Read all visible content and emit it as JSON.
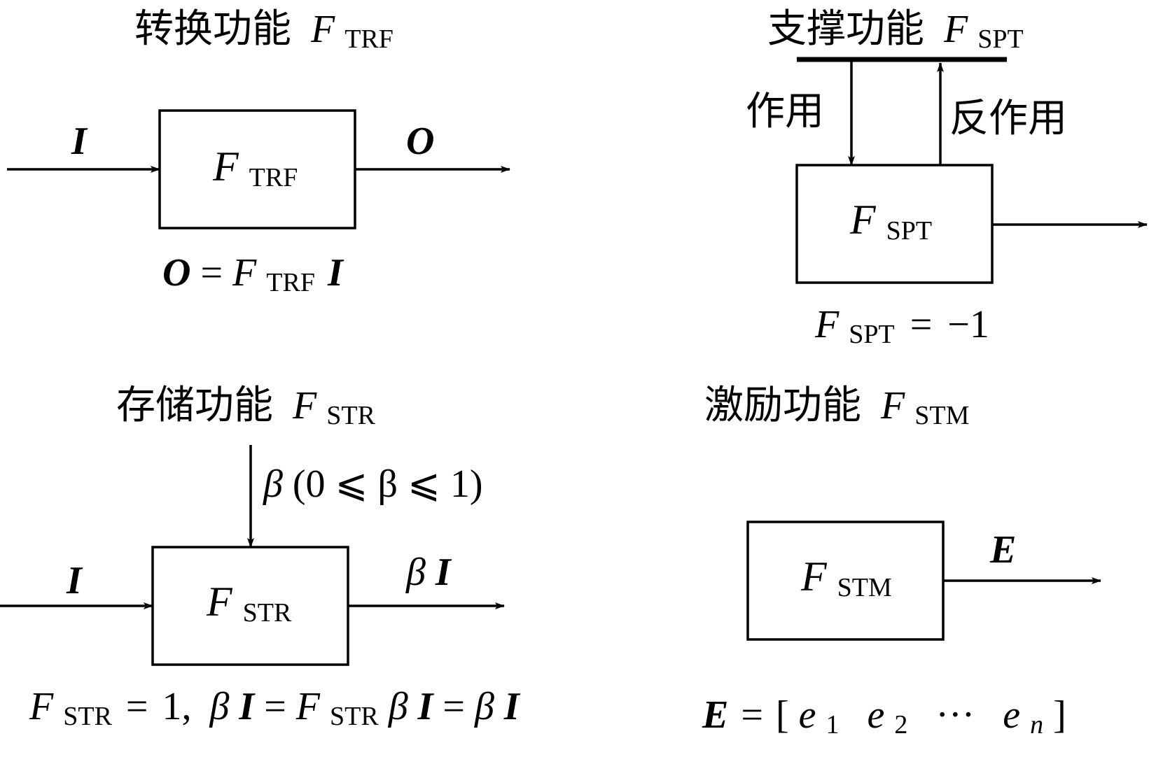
{
  "colors": {
    "line": "#000000",
    "background": "#ffffff"
  },
  "panels": {
    "trf": {
      "title_cn": "转换功能",
      "symbol": "F",
      "sub": "TRF",
      "input": "I",
      "output": "O",
      "eq_left": "O",
      "eq_sign": "=",
      "eq_right": "I"
    },
    "spt": {
      "title_cn": "支撑功能",
      "symbol": "F",
      "sub": "SPT",
      "action": "作用",
      "reaction": "反作用",
      "eq_sign": "=",
      "eq_value": "−1"
    },
    "str": {
      "title_cn": "存储功能",
      "symbol": "F",
      "sub": "STR",
      "input": "I",
      "beta": "β",
      "beta_range": "(0 ⩽ β ⩽ 1)",
      "output_beta": "β",
      "output_I": "I",
      "eq_sign": "=",
      "eq_value": "1,",
      "eq_beta": "β",
      "eq_I": "I"
    },
    "stm": {
      "title_cn": "激励功能",
      "symbol": "F",
      "sub": "STM",
      "output": "E",
      "eq_left": "E",
      "eq_sign": "=",
      "bracket_open": "[",
      "bracket_close": "]",
      "e": "e",
      "sub1": "1",
      "sub2": "2",
      "subn": "n",
      "ellipsis": "···"
    }
  }
}
